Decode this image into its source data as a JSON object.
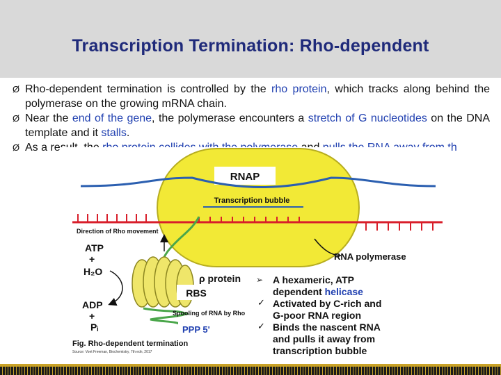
{
  "slide": {
    "title": "Transcription Termination: Rho-dependent",
    "bullet_symbol": "Ø",
    "bullets": [
      {
        "parts": [
          {
            "text": "Rho-dependent termination is controlled by the ",
            "hl": false
          },
          {
            "text": "rho protein",
            "hl": true
          },
          {
            "text": ", which tracks along behind the polymerase on the growing mRNA chain.",
            "hl": false
          }
        ]
      },
      {
        "parts": [
          {
            "text": "Near the ",
            "hl": false
          },
          {
            "text": "end of the gene",
            "hl": true
          },
          {
            "text": ", the polymerase encounters a ",
            "hl": false
          },
          {
            "text": "stretch of G nucleotides",
            "hl": true
          },
          {
            "text": " on the DNA template and it ",
            "hl": false
          },
          {
            "text": "stalls",
            "hl": true
          },
          {
            "text": ".",
            "hl": false
          }
        ]
      },
      {
        "parts": [
          {
            "text": "As a result, the ",
            "hl": false
          },
          {
            "text": "rho protein collides with the polymerase",
            "hl": true
          },
          {
            "text": " and ",
            "hl": false
          },
          {
            "text": "pulls the RNA away",
            "hl": true
          },
          {
            "text": " from th",
            "hl": true
          }
        ]
      }
    ]
  },
  "figure": {
    "rnap_label": "RNAP",
    "bubble_label": "Transcription bubble",
    "direction_label": "Direction of Rho movement",
    "atp_label": "ATP",
    "h2o_label": "H₂O",
    "adp_label": "ADP",
    "pi_label": "Pᵢ",
    "plus": "+",
    "rna_polymerase_label": "RNA polymerase",
    "rho_protein_label": "ρ protein",
    "rbs_label": "RBS",
    "spooling_label": "Spooling of RNA by Rho",
    "ppp_label": "PPP 5'",
    "caption": "Fig. Rho-dependent termination",
    "source": "Source: Voet Freeman, Biochemistry, 7th edn, 2017",
    "check_items": [
      {
        "mark": "➢",
        "text": [
          "A hexameric, ATP",
          "dependent ",
          "helicase"
        ]
      },
      {
        "mark": "✓",
        "text": [
          "Activated by C-rich and",
          "G-poor RNA region"
        ]
      },
      {
        "mark": "✓",
        "text": [
          "Binds the nascent RNA",
          "and pulls it away from",
          "transcription bubble"
        ]
      }
    ]
  },
  "colors": {
    "title": "#1f2a7a",
    "highlight": "#1f3fb0",
    "rnap_fill": "#f2e936",
    "dna_red": "#d81e2a",
    "dna_blue": "#2b5fb0",
    "rna_green": "#4aa64a",
    "helicase_blue": "#1f3fb0",
    "footer_black": "#1a1a1a",
    "footer_gold": "#c9a227"
  }
}
